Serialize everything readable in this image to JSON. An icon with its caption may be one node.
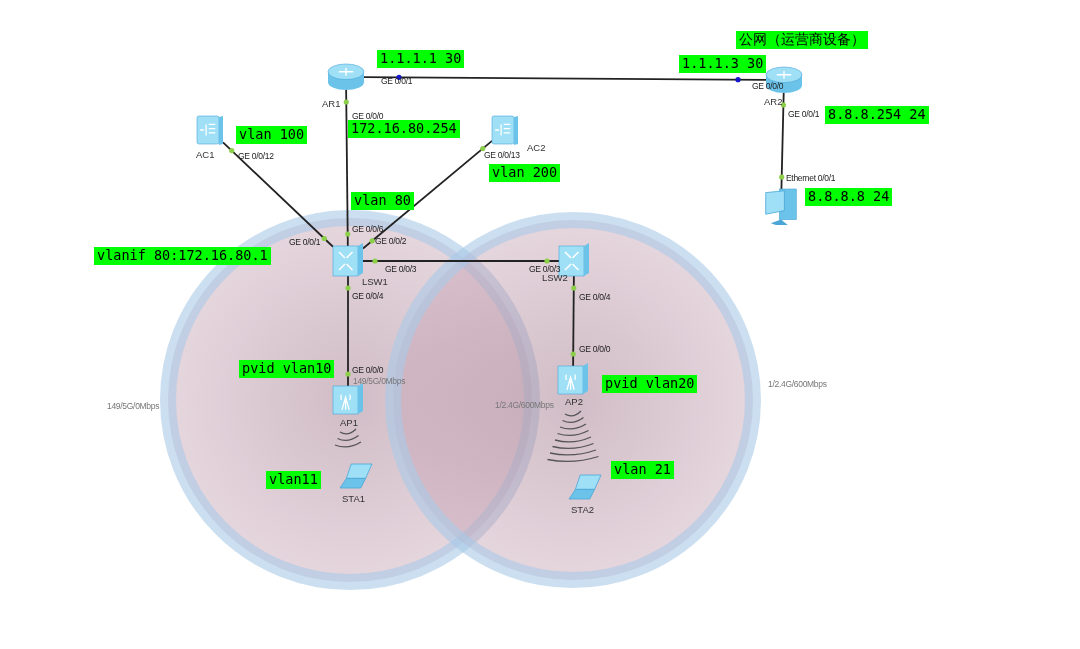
{
  "diagram": {
    "nodes": [
      {
        "text": [
          "AR1"
        ]
      },
      {
        "text": [
          "AR2"
        ]
      },
      {
        "text": [
          "AC1"
        ]
      },
      {
        "text": [
          "AC2"
        ]
      },
      {
        "text": [
          "LSW1"
        ]
      },
      {
        "text": [
          "LSW2"
        ]
      },
      {
        "text": [
          "AP1"
        ]
      },
      {
        "text": [
          "AP2"
        ]
      },
      {
        "text": [
          "STA1"
        ]
      },
      {
        "text": [
          "STA2"
        ]
      },
      {
        "text": [],
        "shape": "computer"
      }
    ],
    "edges": [
      {
        "from": 0,
        "to": 1,
        "arrow": "none"
      },
      {
        "from": 0,
        "to": 4,
        "arrow": "none"
      },
      {
        "from": 2,
        "to": 4,
        "arrow": "none"
      },
      {
        "from": 3,
        "to": 4,
        "arrow": "none"
      },
      {
        "from": 4,
        "to": 5,
        "arrow": "none"
      },
      {
        "from": 4,
        "to": 6,
        "arrow": "none"
      },
      {
        "from": 5,
        "to": 7,
        "arrow": "none"
      },
      {
        "from": 1,
        "to": 10,
        "arrow": "none"
      }
    ],
    "labels": [
      "公网（运营商设备）",
      "1.1.1.1 30",
      "GE 0/0/1",
      "1.1.1.3 30",
      "GE 0/0/0",
      "GE 0/0/0",
      "172.16.80.254",
      "vlan 100",
      "GE 0/0/1",
      "8.8.8.254 24",
      "GE 0/0/12",
      "GE 0/0/13",
      "vlan 200",
      "Ethernet 0/0/1",
      "vlan 80",
      "8.8.8.8 24",
      "GE 0/0/6",
      "GE 0/0/1",
      "GE 0/0/2",
      "vlanif 80:172.16.80.1",
      "GE 0/0/3",
      "GE 0/0/3",
      "GE 0/0/4",
      "GE 0/0/4",
      "GE 0/0/0",
      "GE 0/0/0",
      "pvid vlan10",
      "149/5G/0Mbps",
      "pvid vlan20",
      "1/2.4G/600Mbps",
      "149/5G/0Mbps",
      "1/2.4G/600Mbps",
      "vlan11",
      "vlan 21"
    ]
  }
}
